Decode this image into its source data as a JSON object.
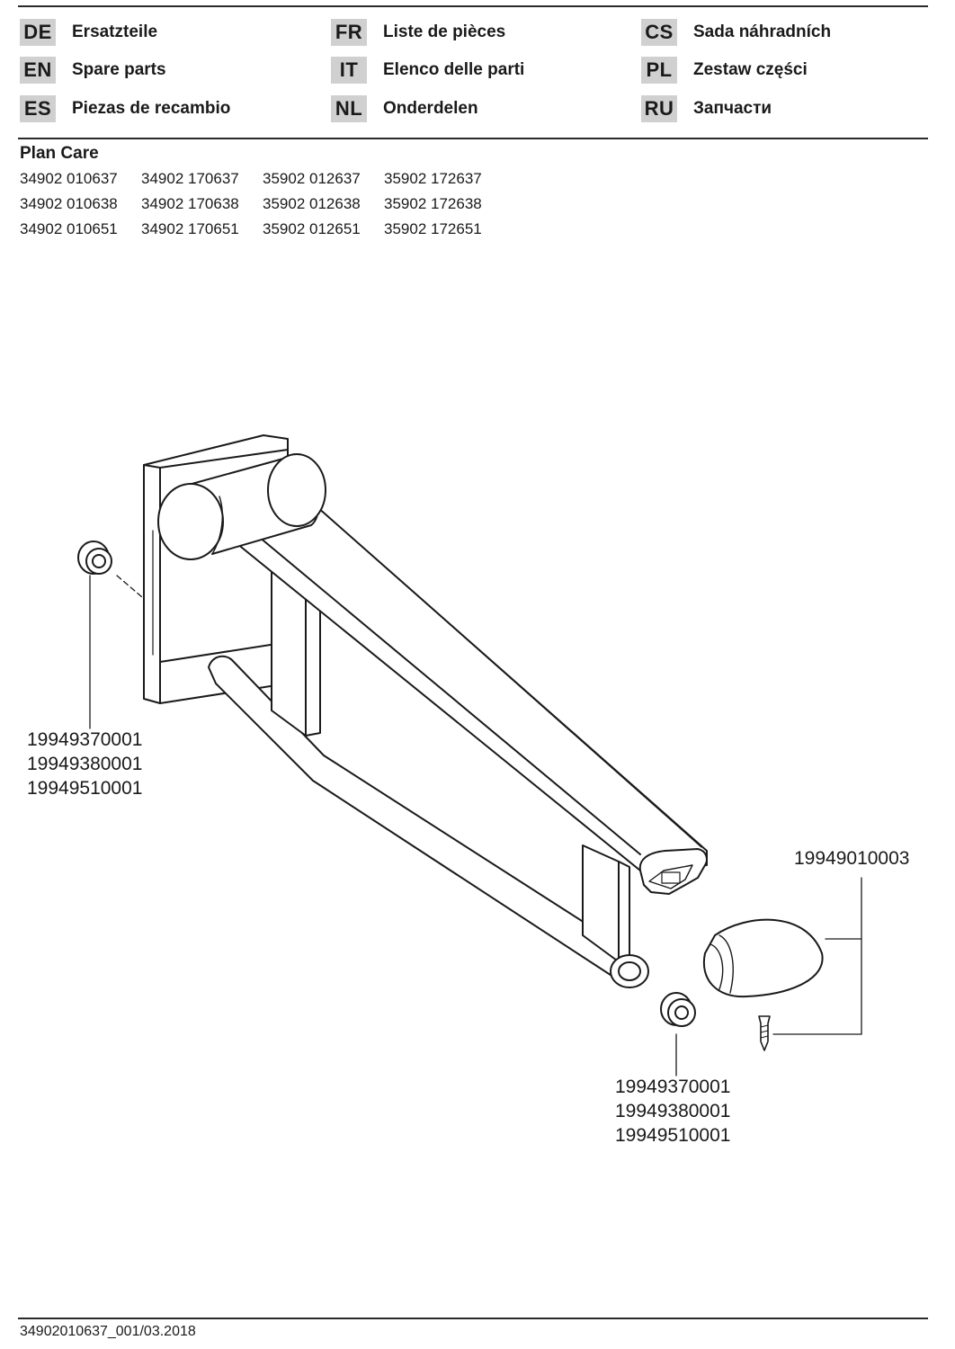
{
  "languages": [
    {
      "code": "DE",
      "name": "Ersatzteile"
    },
    {
      "code": "EN",
      "name": "Spare parts"
    },
    {
      "code": "ES",
      "name": "Piezas de recambio"
    },
    {
      "code": "FR",
      "name": "Liste de pièces"
    },
    {
      "code": "IT",
      "name": "Elenco delle parti"
    },
    {
      "code": "NL",
      "name": "Onderdelen"
    },
    {
      "code": "CS",
      "name": "Sada náhradních"
    },
    {
      "code": "PL",
      "name": "Zestaw części"
    },
    {
      "code": "RU",
      "name": "Запчасти"
    }
  ],
  "product": {
    "title": "Plan Care",
    "variants": [
      [
        "34902 010637",
        "34902 170637",
        "35902 012637",
        "35902 172637"
      ],
      [
        "34902 010638",
        "34902 170638",
        "35902 012638",
        "35902 172638"
      ],
      [
        "34902 010651",
        "34902 170651",
        "35902 012651",
        "35902 172651"
      ]
    ]
  },
  "parts": {
    "cap_left": [
      "19949370001",
      "19949380001",
      "19949510001"
    ],
    "end_cap": "19949010003",
    "cap_right": [
      "19949370001",
      "19949380001",
      "19949510001"
    ]
  },
  "footer": {
    "doc_id": "34902010637_001/03.2018"
  }
}
